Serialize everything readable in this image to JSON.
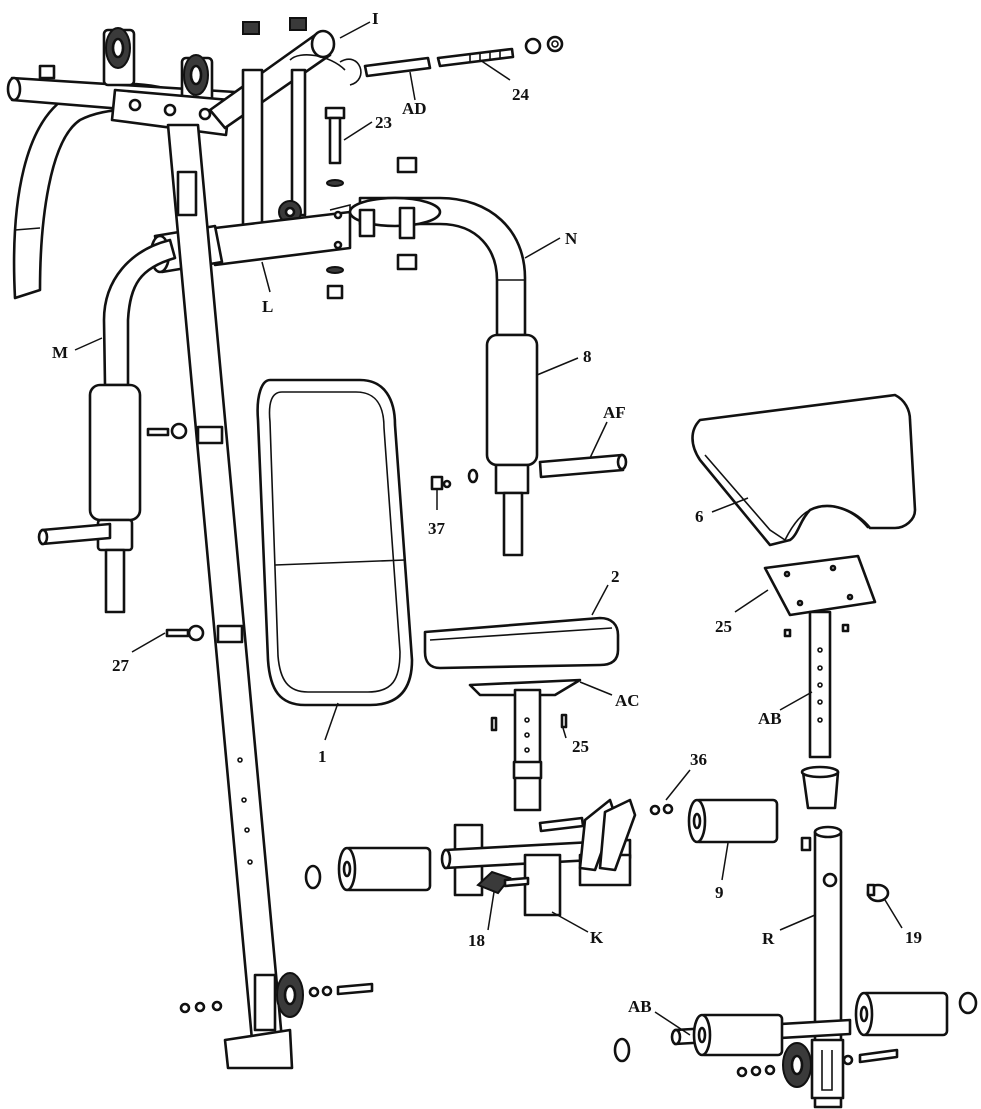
{
  "diagram": {
    "labels": {
      "I": "I",
      "AD": "AD",
      "p24": "24",
      "p23": "23",
      "N": "N",
      "L": "L",
      "M": "M",
      "p8": "8",
      "AF": "AF",
      "p6": "6",
      "p37": "37",
      "p2": "2",
      "p25a": "25",
      "p27": "27",
      "AC": "AC",
      "p25b": "25",
      "AB_top": "AB",
      "p1": "1",
      "p36": "36",
      "p9": "9",
      "p18": "18",
      "K": "K",
      "R": "R",
      "p19": "19",
      "AB_bottom": "AB"
    }
  }
}
